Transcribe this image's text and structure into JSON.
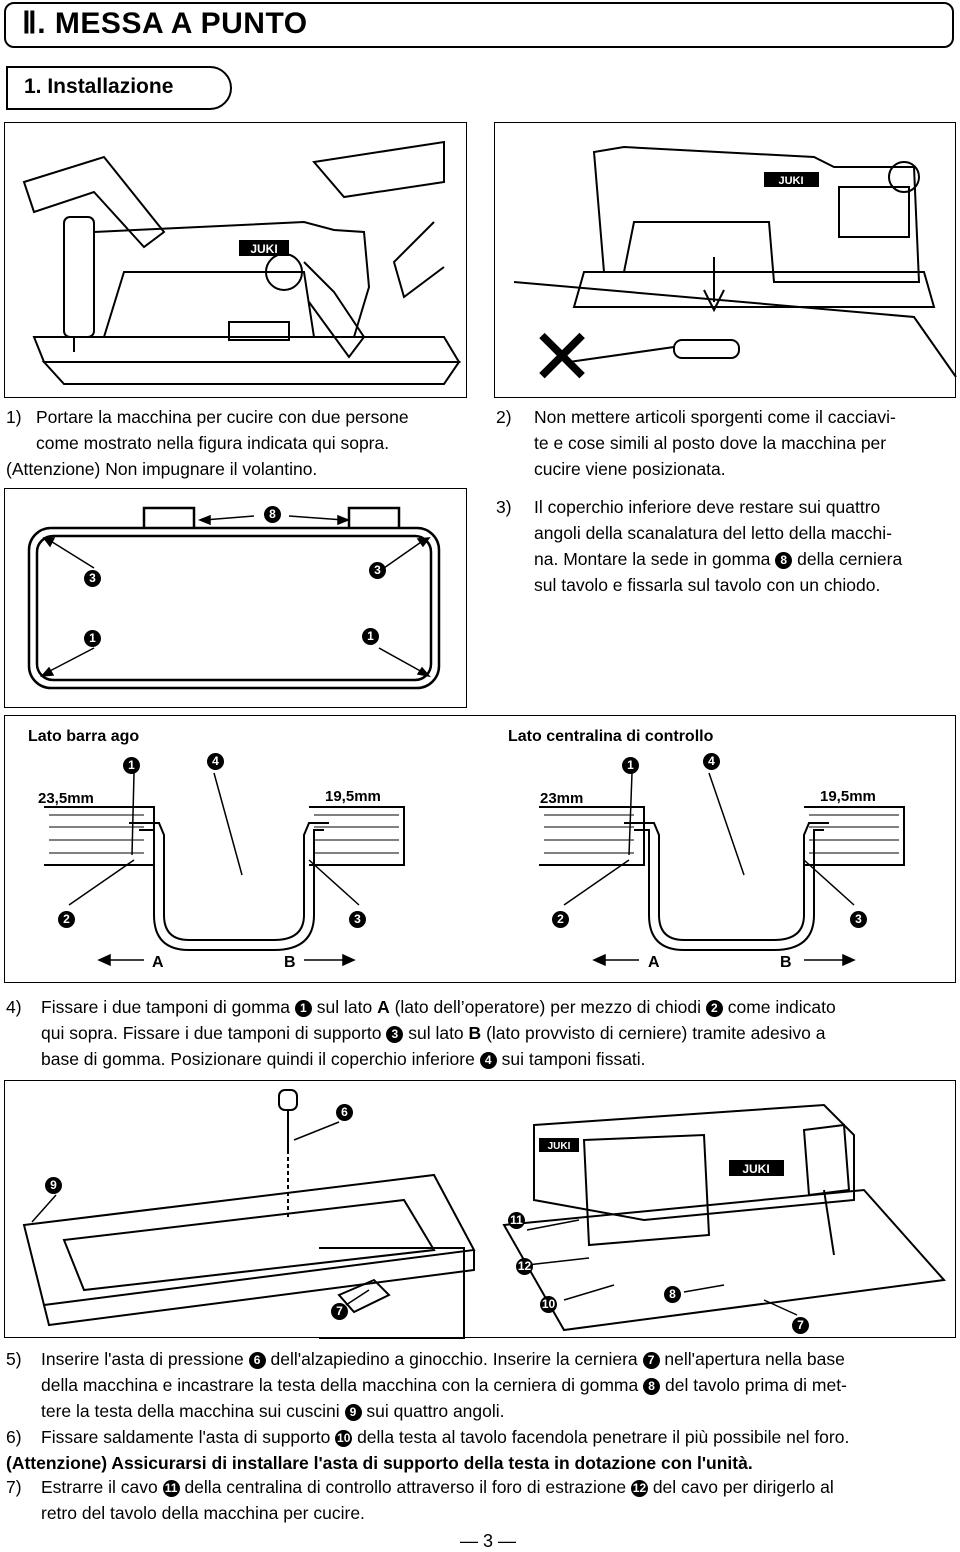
{
  "header": {
    "title": "Ⅱ. MESSA A PUNTO",
    "section": "1. Installazione"
  },
  "steps": {
    "s1": {
      "num": "1)",
      "l1": "Portare la macchina per cucire con due persone",
      "l2": "come mostrato nella figura indicata qui sopra.",
      "l3": "(Attenzione) Non impugnare il volantino."
    },
    "s2": {
      "num": "2)",
      "l1": "Non mettere articoli sporgenti come il cacciavi-",
      "l2": "te e cose simili al posto dove la macchina per",
      "l3": "cucire viene posizionata."
    },
    "s3": {
      "num": "3)",
      "l1": "Il coperchio inferiore deve restare sui quattro",
      "l2": "angoli della scanalatura del letto della macchi-",
      "l3a": "na. Montare la sede in gomma",
      "l3b": "della cerniera",
      "l4": "sul tavolo e fissarla sul tavolo con un chiodo."
    },
    "s4": {
      "num": "4)",
      "l1a": "Fissare i due tamponi di gomma",
      "l1b": "sul lato",
      "l1c": "A",
      "l1d": "(lato dell’operatore) per mezzo di chiodi",
      "l1e": "come indicato",
      "l2a": "qui sopra. Fissare i due tamponi di supporto",
      "l2b": "sul lato",
      "l2c": "B",
      "l2d": "(lato provvisto di cerniere) tramite adesivo a",
      "l3a": "base di gomma. Posizionare quindi il coperchio inferiore",
      "l3b": "sui tamponi fissati."
    },
    "s5": {
      "num": "5)",
      "l1a": "Inserire l'asta di pressione",
      "l1b": "dell'alzapiedino a ginocchio. Inserire la cerniera",
      "l1c": "nell'apertura nella base",
      "l2a": "della macchina e incastrare la testa della macchina con la cerniera di gomma",
      "l2b": "del tavolo prima di met-",
      "l3a": "tere la testa della macchina sui cuscini",
      "l3b": "sui quattro angoli."
    },
    "s6": {
      "num": "6)",
      "l1a": "Fissare saldamente l'asta di supporto",
      "l1b": "della testa al tavolo facendola penetrare il più possibile nel foro.",
      "l2": "(Attenzione) Assicurarsi di installare l'asta di supporto della testa in dotazione con l'unità."
    },
    "s7": {
      "num": "7)",
      "l1a": "Estrarre il cavo",
      "l1b": "della centralina di controllo attraverso il foro di estrazione",
      "l1c": "del cavo per dirigerlo al",
      "l2": "retro del tavolo della macchina per cucire."
    }
  },
  "figures": {
    "machine_brand": "JUKI",
    "no_mark": "✕",
    "callouts": {
      "c1": "1",
      "c2": "2",
      "c3": "3",
      "c4": "4",
      "c6": "6",
      "c7": "7",
      "c8": "8",
      "c9": "9",
      "c10": "10",
      "c11": "11",
      "c12": "12"
    },
    "cross_section": {
      "left_title": "Lato barra ago",
      "right_title": "Lato centralina di controllo",
      "left_dim_a": "23,5mm",
      "left_dim_b": "19,5mm",
      "right_dim_a": "23mm",
      "right_dim_b": "19,5mm",
      "side_a": "A",
      "side_b": "B"
    }
  },
  "page_number": "3"
}
